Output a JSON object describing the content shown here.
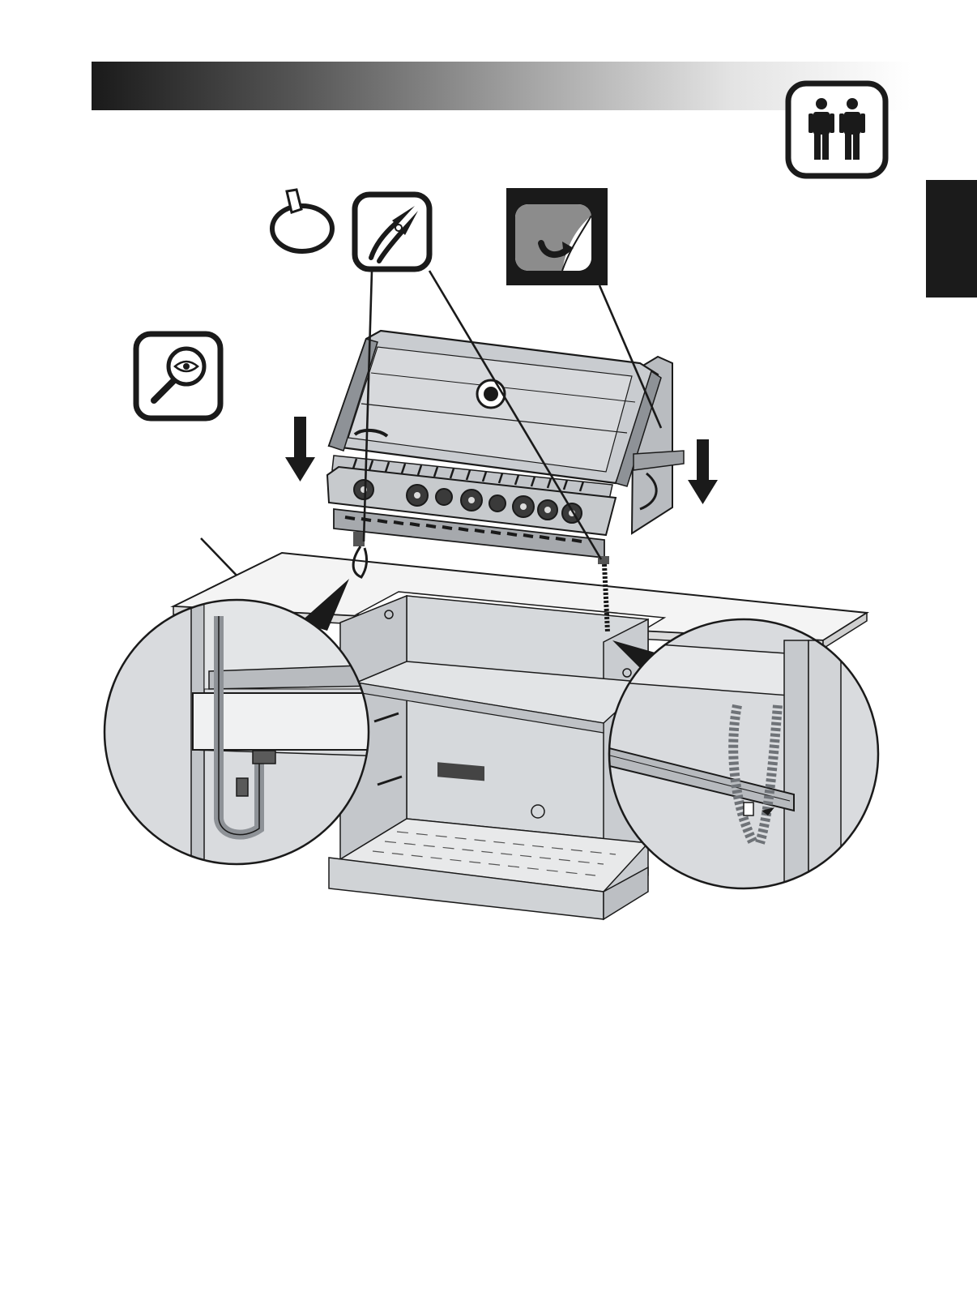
{
  "page": {
    "header_bar": "gradient-title-bar",
    "side_tab": "section-tab",
    "icons": {
      "two_person": "two-person-icon",
      "cable_tie": "cable-tie-icon",
      "side_cutters": "side-cutters-icon",
      "peel_film": "peel-protective-film-icon",
      "inspect": "magnifier-eye-icon"
    },
    "illustration": "grill-head-insertion-into-cabinet",
    "detail_views": [
      "left-hose-routing-detail",
      "right-flex-hose-detail"
    ],
    "colors": {
      "ink": "#1a1a1a",
      "steel": "#c9ccd0",
      "steel_dark": "#8e9297",
      "countertop": "#f2f2f2",
      "cabinet": "#d3d6d9"
    }
  }
}
